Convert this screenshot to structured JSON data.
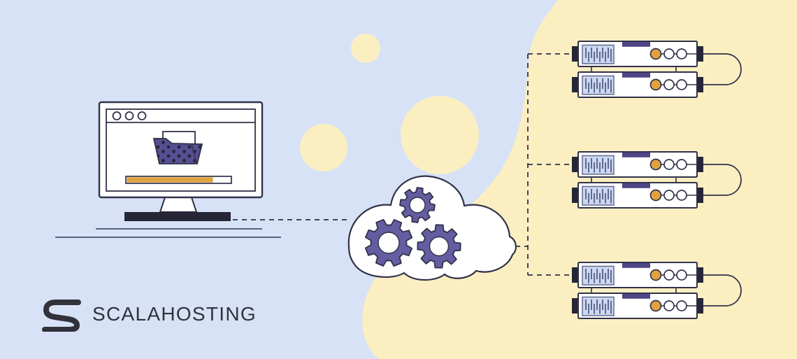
{
  "logo": {
    "text": "SCALAHOSTING"
  },
  "scene": {
    "monitor": {
      "progress_percent": 83,
      "window_control_count": 3
    },
    "cloud": {
      "gear_count": 3
    },
    "servers": {
      "group_count": 3,
      "units_per_group": 2,
      "leds_per_unit": 3
    }
  },
  "colors": {
    "bg_blue": "#d7e2f6",
    "blob_yellow": "#fbefc1",
    "outline": "#31314a",
    "purple": "#655da1",
    "folder_purple": "#574f93",
    "dark_navy": "#262637",
    "orange": "#e0a23e",
    "panel_blue": "#cdd8f2",
    "panel_stripe": "#4d5880",
    "bar_purple": "#4e4584",
    "ink": "#32323c"
  }
}
